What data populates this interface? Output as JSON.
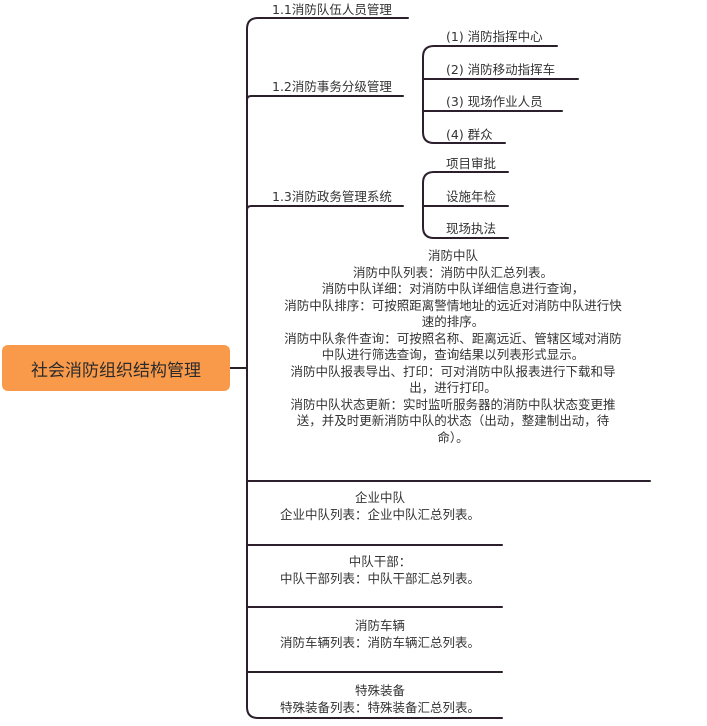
{
  "root": {
    "label": "社会消防组织结构管理"
  },
  "branches": {
    "b11": {
      "label": "1.1消防队伍人员管理"
    },
    "b12": {
      "label": "1.2消防事务分级管理",
      "children": [
        "(1)  消防指挥中心",
        "(2)  消防移动指挥车",
        "(3)  现场作业人员",
        "(4)  群众"
      ]
    },
    "b13": {
      "label": "1.3消防政务管理系统",
      "children": [
        "项目审批",
        "设施年检",
        "现场执法"
      ]
    },
    "fire_squad": {
      "lines": [
        "消防中队",
        "消防中队列表：消防中队汇总列表。",
        "消防中队详细：对消防中队详细信息进行查询，",
        "消防中队排序：可按照距离警情地址的远近对消防中队进行快",
        "速的排序。",
        "消防中队条件查询：可按照名称、距离远近、管辖区域对消防",
        "中队进行筛选查询，查询结果以列表形式显示。",
        "消防中队报表导出、打印：可对消防中队报表进行下载和导",
        "出，进行打印。",
        "消防中队状态更新：实时监听服务器的消防中队状态变更推",
        "送，并及时更新消防中队的状态（出动，整建制出动，待",
        "命）。"
      ]
    },
    "enterprise": {
      "lines": [
        "企业中队",
        "企业中队列表：企业中队汇总列表。"
      ]
    },
    "cadre": {
      "lines": [
        "中队干部：",
        "中队干部列表：中队干部汇总列表。"
      ]
    },
    "vehicle": {
      "lines": [
        "消防车辆",
        "消防车辆列表：消防车辆汇总列表。"
      ]
    },
    "equipment": {
      "lines": [
        "特殊装备",
        "特殊装备列表：特殊装备汇总列表。"
      ]
    }
  },
  "colors": {
    "root_fill": "#f99a4b",
    "connector": "#2a1f2a",
    "text": "#333333"
  }
}
